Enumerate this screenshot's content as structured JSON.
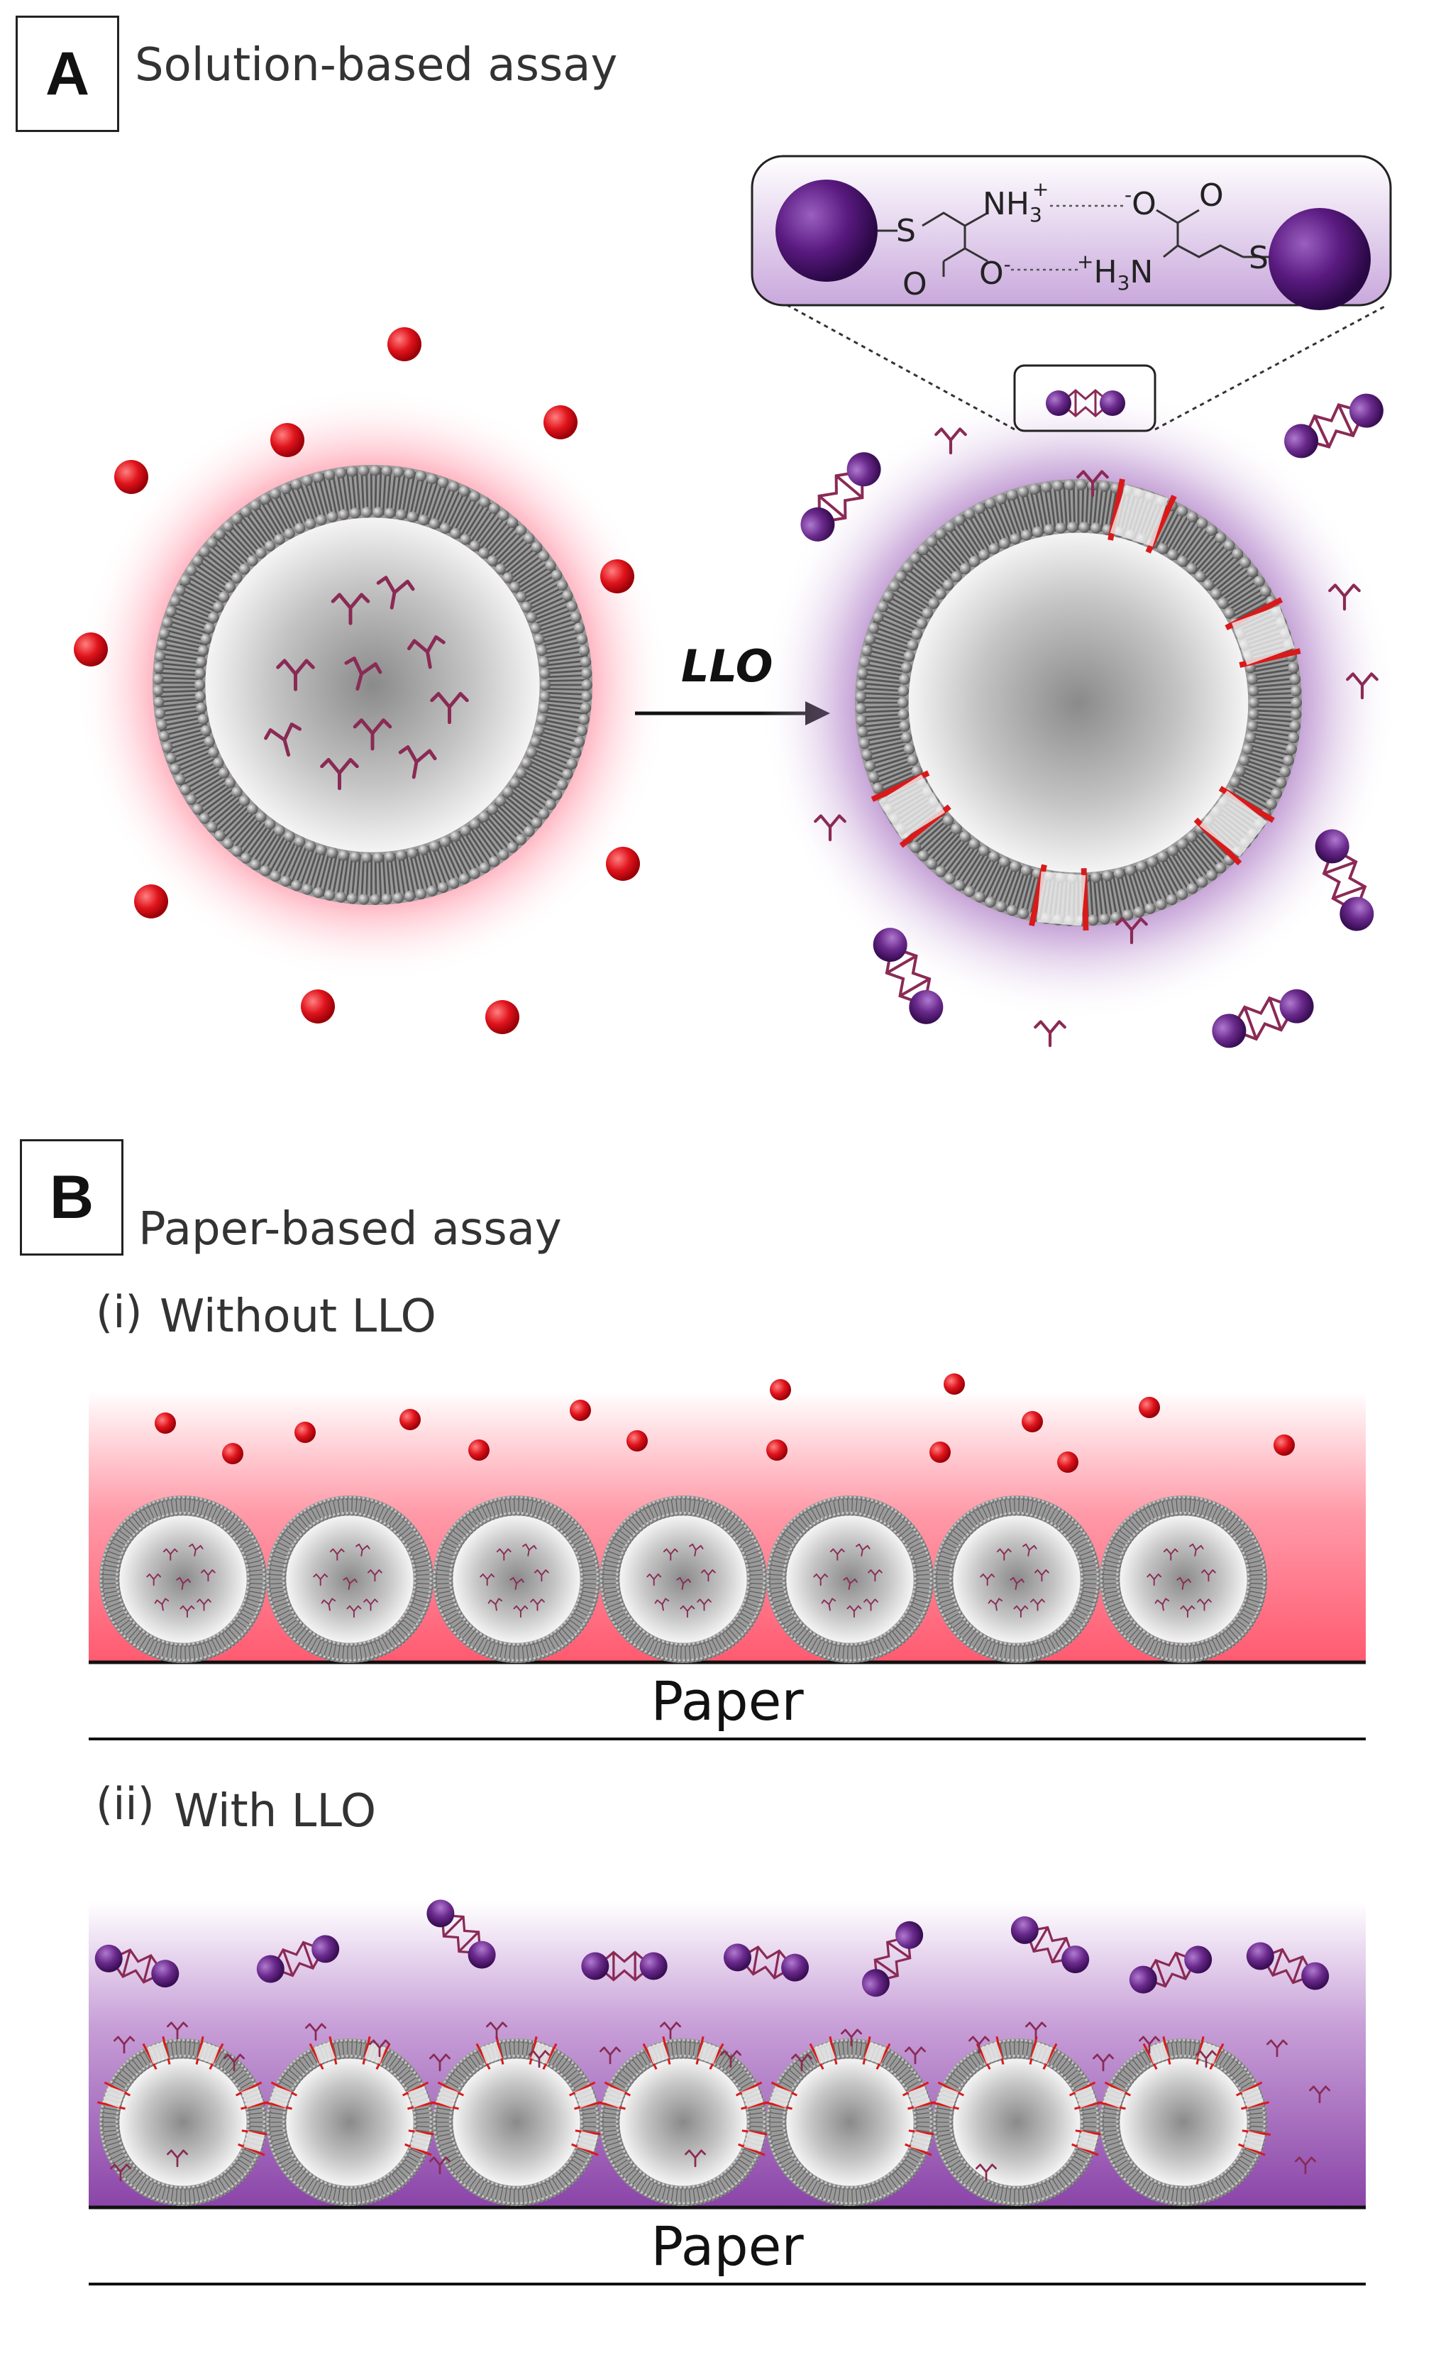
{
  "panel_a": {
    "letter": "A",
    "title": "Solution-based assay",
    "arrow_label": "LLO",
    "chem": {
      "left_s": "S",
      "nh3": "NH",
      "nh3_sub": "3",
      "nh3_sup": "+",
      "o_minus": "O",
      "o_minus_sup": "-",
      "o_top": "O",
      "o_bottom_left": "O",
      "o_bottom_right": "O",
      "o_bottom_right_sup": "-",
      "h3n_sup": "+",
      "h3n": "H",
      "h3n_sub": "3",
      "h3n_n": "N",
      "right_s": "S"
    }
  },
  "panel_b": {
    "letter": "B",
    "title": "Paper-based assay",
    "sub_i": "(i)",
    "sub_i_label": "Without LLO",
    "sub_ii": "(ii)",
    "sub_ii_label": "With LLO",
    "paper_label_i": "Paper",
    "paper_label_ii": "Paper"
  },
  "colors": {
    "red_particle": "#e0141c",
    "purple_particle": "#6a2a8c",
    "red_glow": "#ff5a6e",
    "purple_glow": "#8a3fa6",
    "antibody": "#8a2a55",
    "pore": "#d81a1a"
  }
}
